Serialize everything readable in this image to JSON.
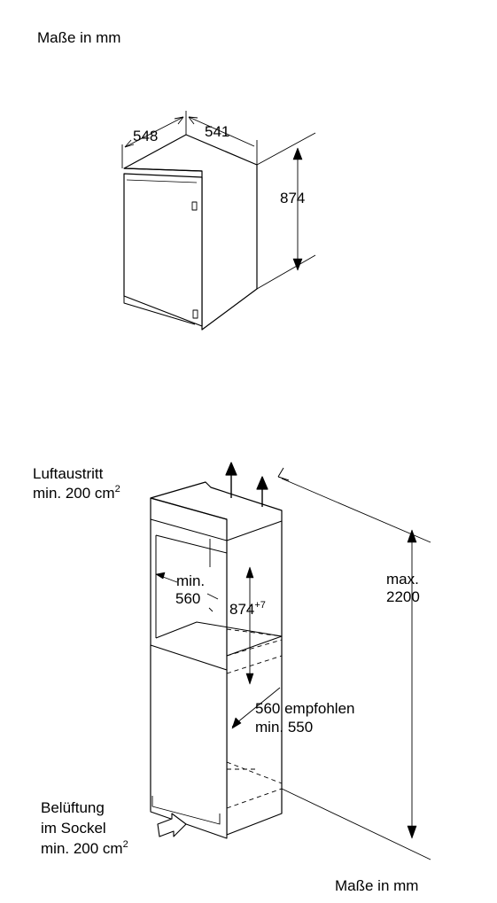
{
  "top_diagram": {
    "title": "Maße in mm",
    "depth": "548",
    "width": "541",
    "height": "874"
  },
  "bottom_diagram": {
    "air_outlet_line1": "Luftaustritt",
    "air_outlet_line2": "min. 200 cm",
    "air_outlet_sup": "2",
    "niche_width_line1": "min.",
    "niche_width_line2": "560",
    "niche_height": "874",
    "niche_height_tolerance": "+7",
    "max_height_line1": "max.",
    "max_height_line2": "2200",
    "depth_line1": "560 empfohlen",
    "depth_line2": "min. 550",
    "vent_line1": "Belüftung",
    "vent_line2": "im Sockel",
    "vent_line3": "min. 200 cm",
    "vent_sup": "2",
    "footer": "Maße in mm"
  }
}
